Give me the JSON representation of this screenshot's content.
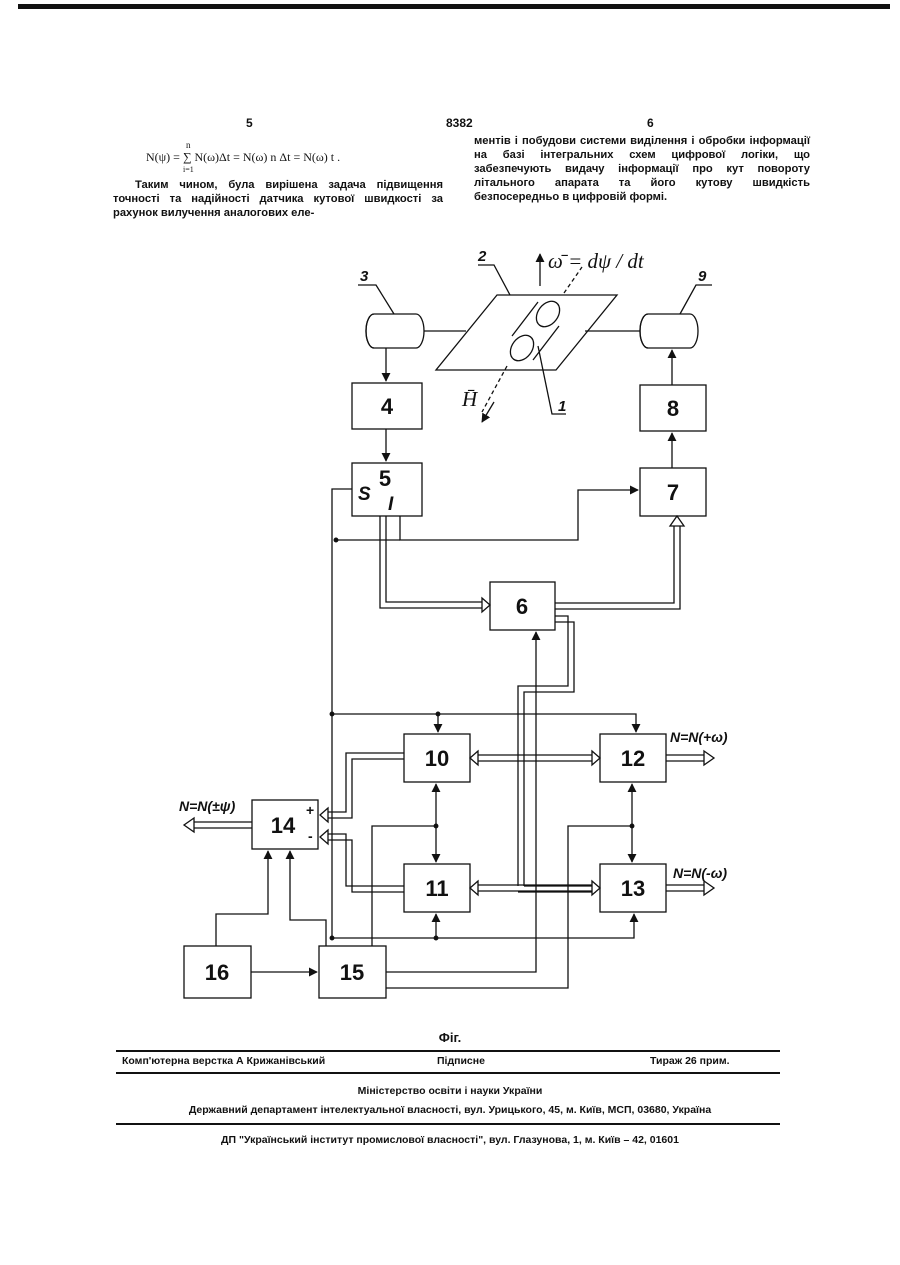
{
  "header": {
    "left_page": "5",
    "center_number": "8382",
    "right_page": "6"
  },
  "formula": {
    "main": "N(ψ) = ∑ N(ω)Δt = N(ω) n  Δt = N(ω)  t .",
    "sup": "n",
    "sub": "i=1"
  },
  "left_text": "Таким чином, була вирішена задача підвищення точності та надійності датчика кутової швидкості за рахунок вилучення аналогових еле-",
  "right_text": "ментів і побудови системи виділення і обробки інформації на базі інтегральних схем цифрової логіки, що забезпечують видачу інформації про кут повороту літального апарата та його кутову швидкість безпосередньо в цифровій формі.",
  "figure": {
    "omega_label": "ω̄ = dψ / dt",
    "h_label": "H̄",
    "blocks": {
      "b4": "4",
      "b5": "5",
      "b5_s": "S",
      "b5_i": "I",
      "b6": "6",
      "b7": "7",
      "b8": "8",
      "b10": "10",
      "b11": "11",
      "b12": "12",
      "b13": "13",
      "b14": "14",
      "b14_plus": "+",
      "b14_minus": "-",
      "b15": "15",
      "b16": "16"
    },
    "callouts": {
      "c1": "1",
      "c2": "2",
      "c3": "3",
      "c9": "9"
    },
    "outputs": {
      "psi": "N=N(±ψ)",
      "plus_omega": "N=N(+ω)",
      "minus_omega": "N=N(-ω)"
    },
    "caption": "Фіг."
  },
  "footer": {
    "layout": "Комп'ютерна верстка А  Крижанівський",
    "signed": "Підписне",
    "circulation": "Тираж 26 прим.",
    "ministry": "Міністерство освіти і науки України",
    "department": "Державний департамент інтелектуальної власності, вул. Урицького, 45, м. Київ, МСП, 03680, Україна",
    "institute": "ДП \"Український інститут промислової власності\", вул. Глазунова, 1, м. Київ – 42, 01601"
  }
}
